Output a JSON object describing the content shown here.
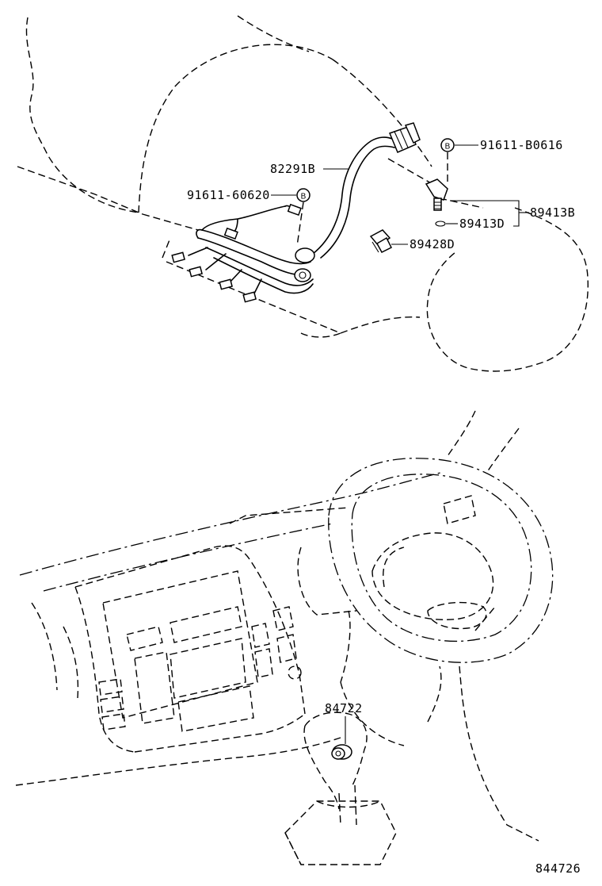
{
  "labels": {
    "p91611_b0616": "91611-B0616",
    "p82291b": "82291B",
    "p91611_60620": "91611-60620",
    "p89413b": "89413B",
    "p89413d": "89413D",
    "p89428d": "89428D",
    "p84722": "84722",
    "figure_number": "844726"
  },
  "bolt_mark": "B"
}
